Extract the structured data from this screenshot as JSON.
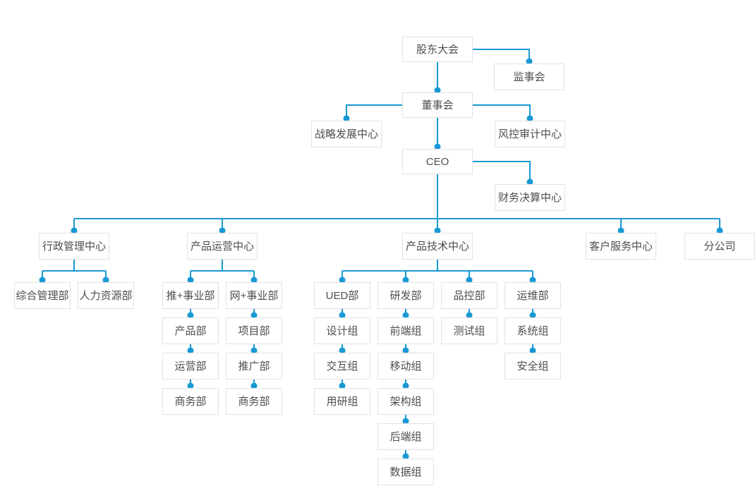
{
  "colors": {
    "accent": "#1899d4",
    "box_border": "#e2e2e2",
    "box_bg": "#ffffff",
    "text": "#4d4d4d",
    "background": "#ffffff"
  },
  "org": {
    "nodes": [
      {
        "id": "shareholders-meeting",
        "label": "股东大会"
      },
      {
        "id": "supervisory-board",
        "label": "监事会"
      },
      {
        "id": "board-of-directors",
        "label": "董事会"
      },
      {
        "id": "strategy-dev-center",
        "label": "战略发展中心"
      },
      {
        "id": "risk-audit-center",
        "label": "风控审计中心"
      },
      {
        "id": "ceo",
        "label": "CEO"
      },
      {
        "id": "finance-settlement-center",
        "label": "财务决算中心"
      },
      {
        "id": "admin-mgmt-center",
        "label": "行政管理中心"
      },
      {
        "id": "general-mgmt-dept",
        "label": "综合管理部"
      },
      {
        "id": "hr-dept",
        "label": "人力资源部"
      },
      {
        "id": "product-ops-center",
        "label": "产品运营中心"
      },
      {
        "id": "tui-plus-division",
        "label": "推+事业部"
      },
      {
        "id": "wang-plus-division",
        "label": "网+事业部"
      },
      {
        "id": "product-dept",
        "label": "产品部"
      },
      {
        "id": "project-dept",
        "label": "项目部"
      },
      {
        "id": "operations-dept",
        "label": "运营部"
      },
      {
        "id": "promotion-dept",
        "label": "推广部"
      },
      {
        "id": "business-dept-1",
        "label": "商务部"
      },
      {
        "id": "business-dept-2",
        "label": "商务部"
      },
      {
        "id": "product-tech-center",
        "label": "产品技术中心"
      },
      {
        "id": "ued-dept",
        "label": "UED部"
      },
      {
        "id": "design-group",
        "label": "设计组"
      },
      {
        "id": "interaction-group",
        "label": "交互组"
      },
      {
        "id": "user-research-group",
        "label": "用研组"
      },
      {
        "id": "rd-dept",
        "label": "研发部"
      },
      {
        "id": "frontend-group",
        "label": "前端组"
      },
      {
        "id": "mobile-group",
        "label": "移动组"
      },
      {
        "id": "architecture-group",
        "label": "架构组"
      },
      {
        "id": "backend-group",
        "label": "后端组"
      },
      {
        "id": "data-group",
        "label": "数据组"
      },
      {
        "id": "qc-dept",
        "label": "品控部"
      },
      {
        "id": "testing-group",
        "label": "测试组"
      },
      {
        "id": "ops-maintenance-dept",
        "label": "运维部"
      },
      {
        "id": "system-group",
        "label": "系统组"
      },
      {
        "id": "security-group",
        "label": "安全组"
      },
      {
        "id": "customer-service-center",
        "label": "客户服务中心"
      },
      {
        "id": "branch-company",
        "label": "分公司"
      }
    ],
    "edges": [
      [
        "shareholders-meeting",
        "supervisory-board"
      ],
      [
        "shareholders-meeting",
        "board-of-directors"
      ],
      [
        "board-of-directors",
        "strategy-dev-center"
      ],
      [
        "board-of-directors",
        "risk-audit-center"
      ],
      [
        "board-of-directors",
        "ceo"
      ],
      [
        "ceo",
        "finance-settlement-center"
      ],
      [
        "ceo",
        "admin-mgmt-center"
      ],
      [
        "ceo",
        "product-ops-center"
      ],
      [
        "ceo",
        "product-tech-center"
      ],
      [
        "ceo",
        "customer-service-center"
      ],
      [
        "ceo",
        "branch-company"
      ],
      [
        "admin-mgmt-center",
        "general-mgmt-dept"
      ],
      [
        "admin-mgmt-center",
        "hr-dept"
      ],
      [
        "product-ops-center",
        "tui-plus-division"
      ],
      [
        "product-ops-center",
        "wang-plus-division"
      ],
      [
        "tui-plus-division",
        "product-dept"
      ],
      [
        "product-dept",
        "operations-dept"
      ],
      [
        "operations-dept",
        "business-dept-1"
      ],
      [
        "wang-plus-division",
        "project-dept"
      ],
      [
        "project-dept",
        "promotion-dept"
      ],
      [
        "promotion-dept",
        "business-dept-2"
      ],
      [
        "product-tech-center",
        "ued-dept"
      ],
      [
        "product-tech-center",
        "rd-dept"
      ],
      [
        "product-tech-center",
        "qc-dept"
      ],
      [
        "product-tech-center",
        "ops-maintenance-dept"
      ],
      [
        "ued-dept",
        "design-group"
      ],
      [
        "design-group",
        "interaction-group"
      ],
      [
        "interaction-group",
        "user-research-group"
      ],
      [
        "rd-dept",
        "frontend-group"
      ],
      [
        "frontend-group",
        "mobile-group"
      ],
      [
        "mobile-group",
        "architecture-group"
      ],
      [
        "architecture-group",
        "backend-group"
      ],
      [
        "backend-group",
        "data-group"
      ],
      [
        "qc-dept",
        "testing-group"
      ],
      [
        "ops-maintenance-dept",
        "system-group"
      ],
      [
        "system-group",
        "security-group"
      ]
    ]
  }
}
